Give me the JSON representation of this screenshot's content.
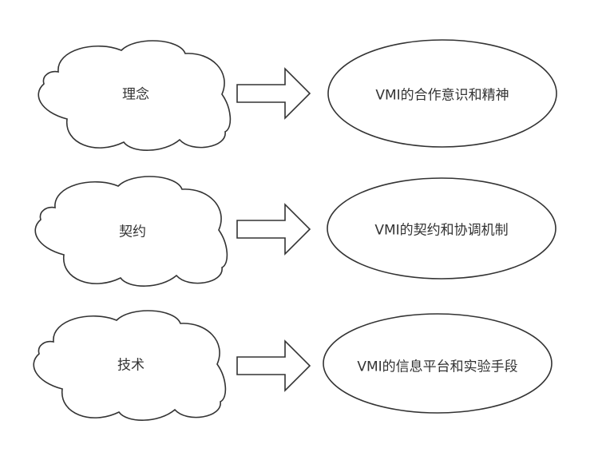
{
  "rows": [
    {
      "concept": "理念",
      "result": "VMI的合作意识和精神"
    },
    {
      "concept": "契约",
      "result": "VMI的契约和协调机制"
    },
    {
      "concept": "技术",
      "result": "VMI的信息平台和实验手段"
    }
  ],
  "colors": {
    "stroke": "#333333",
    "fill": "#ffffff",
    "text": "#333333"
  }
}
